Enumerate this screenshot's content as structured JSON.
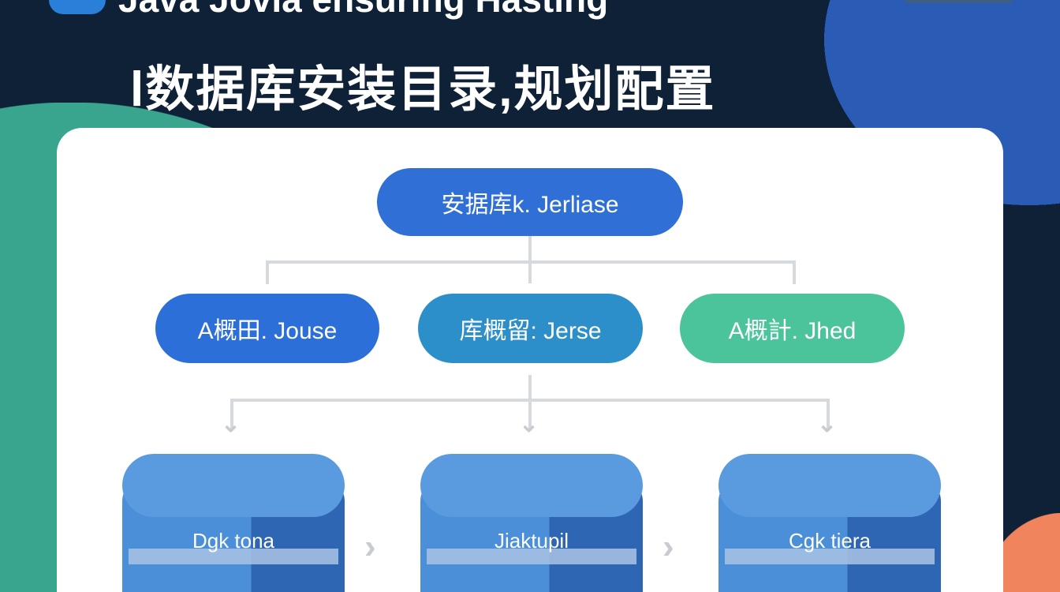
{
  "header": {
    "top_title": "Java Jovia ensuring Hasting",
    "main_title": "l数据库安装目录,规划配置"
  },
  "diagram": {
    "root": "安据库k. Jerliase",
    "level2": [
      {
        "label": "A概田. Jouse",
        "color": "#2d6fd9"
      },
      {
        "label": "库概留: Jerse",
        "color": "#2c8fc9"
      },
      {
        "label": "A概計. Jhed",
        "color": "#4cc49b"
      }
    ],
    "databases": [
      {
        "label": "Dgk tona"
      },
      {
        "label": "Jiaktupil"
      },
      {
        "label": "Cgk tiera"
      }
    ]
  },
  "colors": {
    "background": "#0e2136",
    "root": "#2f6fd6",
    "teal": "#3aa58f"
  }
}
